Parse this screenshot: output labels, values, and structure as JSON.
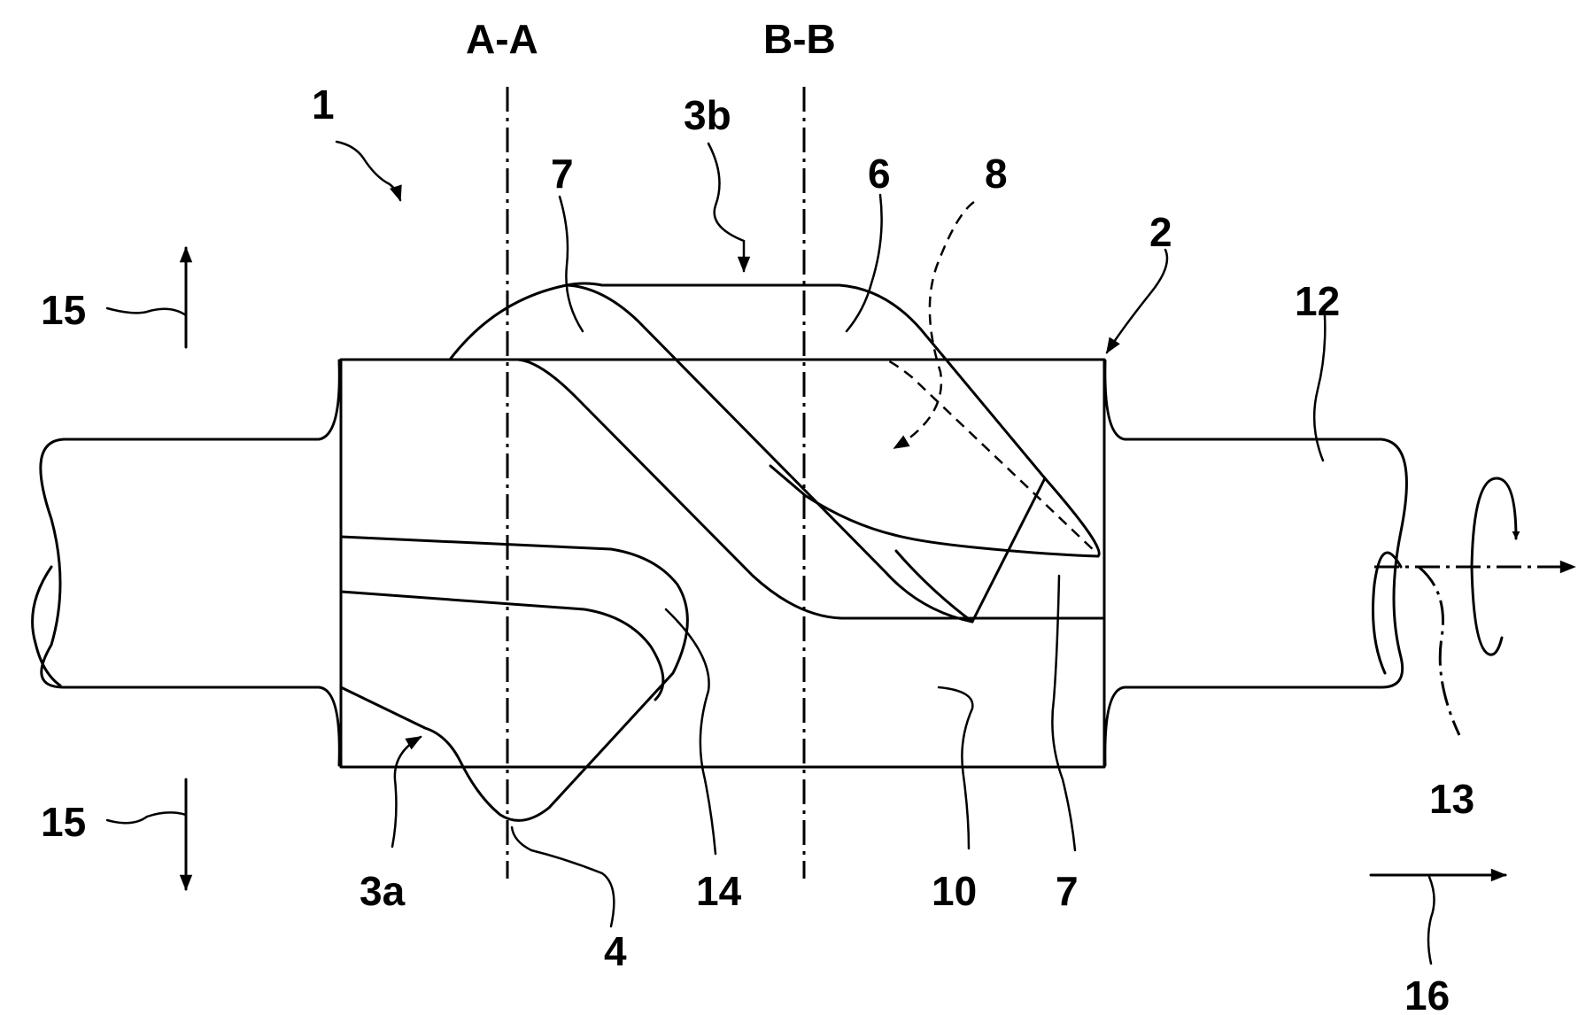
{
  "figure": {
    "labels": {
      "section_a": "A-A",
      "section_b": "B-B",
      "ref_1": "1",
      "ref_2": "2",
      "ref_3a": "3a",
      "ref_3b": "3b",
      "ref_4": "4",
      "ref_6": "6",
      "ref_7_top": "7",
      "ref_7_bottom": "7",
      "ref_8": "8",
      "ref_10": "10",
      "ref_12": "12",
      "ref_13": "13",
      "ref_14": "14",
      "ref_15_top": "15",
      "ref_15_bottom": "15",
      "ref_16": "16"
    }
  }
}
